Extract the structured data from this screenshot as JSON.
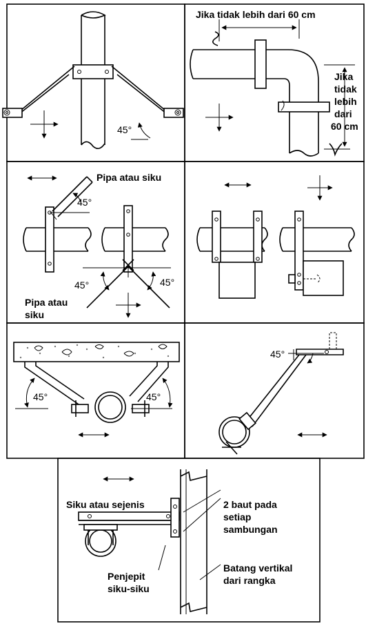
{
  "panels": {
    "p1": {
      "angle": "45°"
    },
    "p2": {
      "top_label": "Jika tidak lebih dari 60 cm",
      "side_label": [
        "Jika",
        "tidak",
        "lebih",
        "dari",
        "60 cm"
      ]
    },
    "p3": {
      "label_top": "Pipa atau siku",
      "label_bottom": [
        "Pipa atau",
        "siku"
      ],
      "angle_top": "45°",
      "angle_left": "45°",
      "angle_right": "45°"
    },
    "p5": {
      "angle_left": "45°",
      "angle_right": "45°"
    },
    "p6": {
      "angle": "45°"
    },
    "p7": {
      "label_angle": "Siku atau sejenis",
      "label_bolts": [
        "2 baut pada",
        "setiap",
        "sambungan"
      ],
      "label_clamp": [
        "Penjepit",
        "siku-siku"
      ],
      "label_frame": [
        "Batang vertikal",
        "dari rangka"
      ]
    }
  }
}
